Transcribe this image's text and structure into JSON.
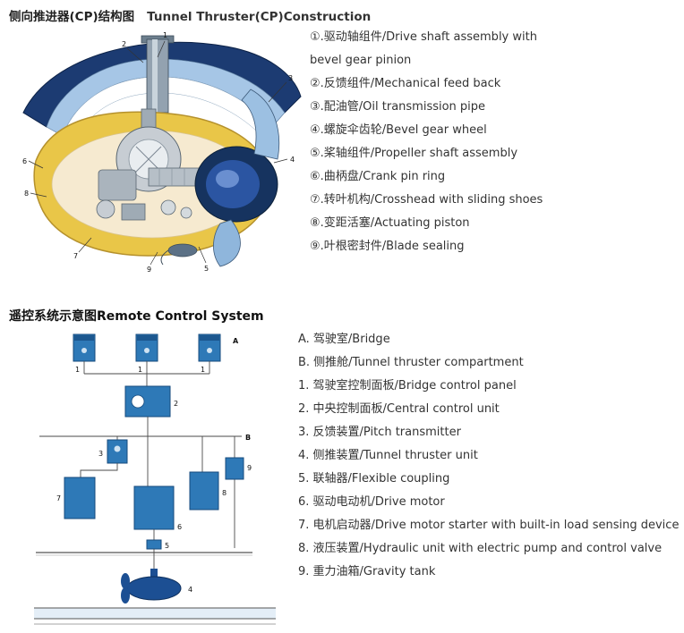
{
  "header1": {
    "title_cn": "侧向推进器(CP)结构图",
    "title_en": "Tunnel Thruster(CP)Construction"
  },
  "section1": {
    "rows": [
      "①.驱动轴组件/Drive shaft assembly with",
      "bevel gear pinion",
      "②.反馈组件/Mechanical feed back",
      "③.配油管/Oil transmission pipe",
      "④.螺旋伞齿轮/Bevel gear wheel",
      "⑤.桨轴组件/Propeller shaft assembly",
      "⑥.曲柄盘/Crank pin ring",
      "⑦.转叶机构/Crosshead with sliding shoes",
      "⑧.变距活塞/Actuating piston",
      "⑨.叶根密封件/Blade sealing"
    ]
  },
  "header2": {
    "title": "遥控系统示意图Remote Control System"
  },
  "section2": {
    "rows": [
      "A.  驾驶室/Bridge",
      "B.  侧推舱/Tunnel thruster compartment",
      "1.  驾驶室控制面板/Bridge control panel",
      "2.  中央控制面板/Central control unit",
      "3.  反馈装置/Pitch transmitter",
      "4.  侧推装置/Tunnel thruster unit",
      "5.  联轴器/Flexible coupling",
      "6.  驱动电动机/Drive motor",
      "7.  电机启动器/Drive motor starter with built-in load sensing device",
      "8.  液压装置/Hydraulic unit with electric pump and control valve",
      "9.  重力油箱/Gravity tank"
    ]
  },
  "diagram1": {
    "labels": {
      "n1": "1",
      "n2": "2",
      "n3": "3",
      "n4": "4",
      "n5": "5",
      "n6": "6",
      "n7": "7",
      "n8": "8",
      "n9": "9"
    }
  },
  "diagram2": {
    "labels": {
      "A": "A",
      "B": "B",
      "n1": "1",
      "n2": "2",
      "n3": "3",
      "n4": "4",
      "n5": "5",
      "n6": "6",
      "n7": "7",
      "n8": "8",
      "n9": "9"
    }
  },
  "colors": {
    "diagram_blue": "#2e79b7",
    "duct_navy": "#1c3b72",
    "pod_yellow": "#e9c648",
    "hub_navy": "#16335f"
  }
}
